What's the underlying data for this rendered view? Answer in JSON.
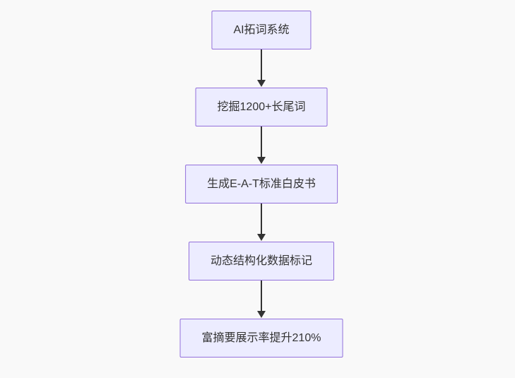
{
  "page": {
    "background_color": "#f9f9f9"
  },
  "flowchart": {
    "type": "flowchart",
    "direction": "top-down",
    "style": {
      "node_fill": "#ECECFF",
      "node_border": "#9370DB",
      "node_text_color": "#333333",
      "edge_color": "#333333"
    },
    "nodes": [
      {
        "id": "A",
        "label": "AI拓词系统"
      },
      {
        "id": "B",
        "label": "挖掘1200+长尾词"
      },
      {
        "id": "C",
        "label": "生成E-A-T标准白皮书"
      },
      {
        "id": "D",
        "label": "动态结构化数据标记"
      },
      {
        "id": "E",
        "label": "富摘要展示率提升210%"
      }
    ],
    "edges": [
      {
        "from": "A",
        "to": "B"
      },
      {
        "from": "B",
        "to": "C"
      },
      {
        "from": "C",
        "to": "D"
      },
      {
        "from": "D",
        "to": "E"
      }
    ]
  }
}
